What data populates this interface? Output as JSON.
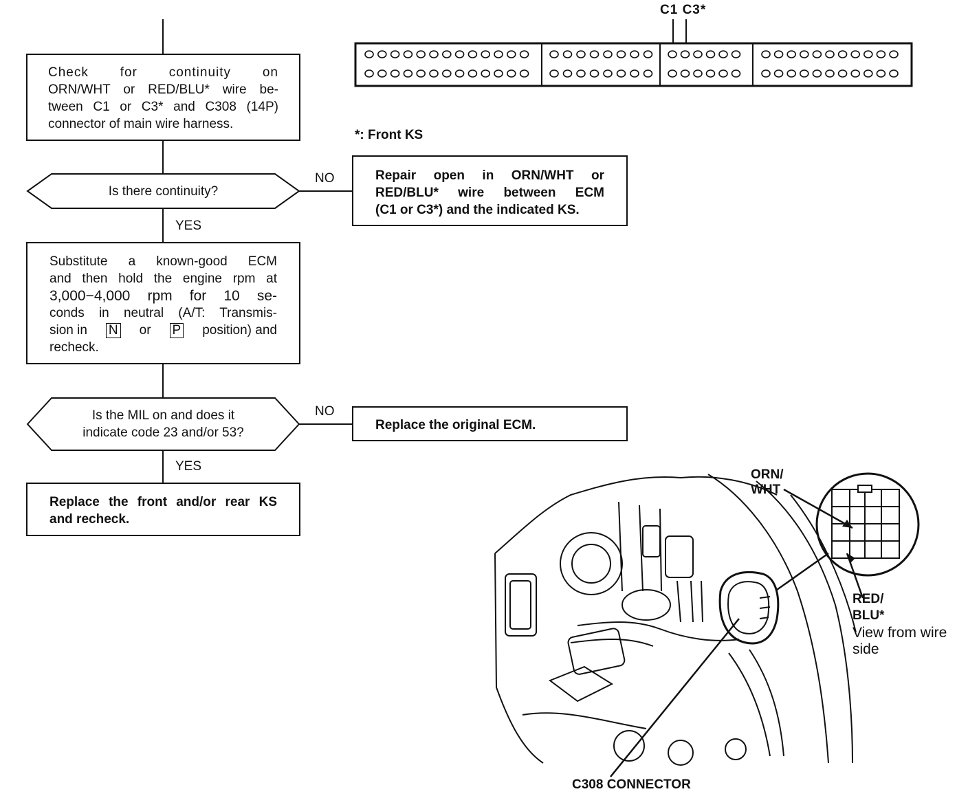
{
  "flow": {
    "step1": [
      "Check for continuity on",
      "ORN/WHT or RED/BLU* wire be-",
      "tween C1 or C3* and C308 (14P)",
      "connector of main wire harness."
    ],
    "decision1": "Is there continuity?",
    "no1_label": "NO",
    "no1_result": [
      "Repair open in ORN/WHT or",
      "RED/BLU* wire between ECM",
      "(C1 or C3*) and the indicated KS."
    ],
    "yes1_label": "YES",
    "step2": {
      "l1": "Substitute a known-good ECM",
      "l2": "and then hold the engine rpm at",
      "l3": "3,000−4,000 rpm for 10 se-",
      "l4": "conds in neutral (A/T: Transmis-",
      "l5a": "sion in",
      "key_n": "N",
      "l5b": "or",
      "key_p": "P",
      "l5c": "position) and",
      "l6": "recheck."
    },
    "decision2": [
      "Is the MIL on and does it",
      "indicate code 23 and/or 53?"
    ],
    "no2_label": "NO",
    "no2_result": "Replace the original ECM.",
    "yes2_label": "YES",
    "step3": [
      "Replace the front and/or rear KS",
      "and recheck."
    ]
  },
  "ecm_connector": {
    "pin_labels": "C1 C3*",
    "footnote": "*: Front KS"
  },
  "illustration": {
    "orn_wht": [
      "ORN/",
      "WHT"
    ],
    "red_blu": [
      "RED/",
      "BLU*"
    ],
    "view_note": [
      "View from wire",
      "side"
    ],
    "connector_label": "C308 CONNECTOR"
  }
}
